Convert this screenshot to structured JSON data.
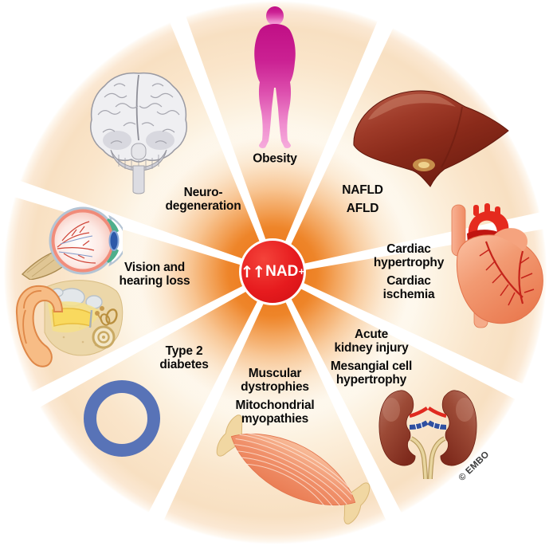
{
  "figure": {
    "center_badge": {
      "arrows": "↑↑",
      "molecule": "NAD",
      "superscript": "+"
    },
    "credit": "© EMBO",
    "labels": {
      "obesity": {
        "l1": "Obesity"
      },
      "liver": {
        "l1": "NAFLD",
        "l2": "AFLD"
      },
      "cardiac": {
        "b1l1": "Cardiac",
        "b1l2": "hypertrophy",
        "b2l1": "Cardiac",
        "b2l2": "ischemia"
      },
      "kidney": {
        "b1l1": "Acute",
        "b1l2": "kidney injury",
        "b2l1": "Mesangial cell",
        "b2l2": "hypertrophy"
      },
      "muscle": {
        "b1l1": "Muscular",
        "b1l2": "dystrophies",
        "b2l1": "Mitochondrial",
        "b2l2": "myopathies"
      },
      "diabetes": {
        "l1": "Type 2",
        "l2": "diabetes"
      },
      "vision": {
        "l1": "Vision and",
        "l2": "hearing loss"
      },
      "neuro": {
        "l1": "Neuro-",
        "l2": "degeneration"
      }
    },
    "organ_icons": [
      "brain-illustration",
      "obese-person-illustration",
      "liver-illustration",
      "heart-illustration",
      "kidneys-illustration",
      "muscle-illustration",
      "diabetes-ring-icon",
      "eye-illustration",
      "ear-illustration"
    ],
    "palette": {
      "center_red": "#e61b1e",
      "glow_orange": "#ee7d1f",
      "rim_peach": "#f9e2c4",
      "divider_white": "#ffffff",
      "person_magenta": "#c4148a",
      "liver_brown": "#8a2a1a",
      "heart_salmon": "#f0906a",
      "heart_red": "#e02a1f",
      "kidney_brown": "#97402e",
      "diabetes_blue": "#5873b7",
      "label_black": "#0a0a0a"
    }
  }
}
